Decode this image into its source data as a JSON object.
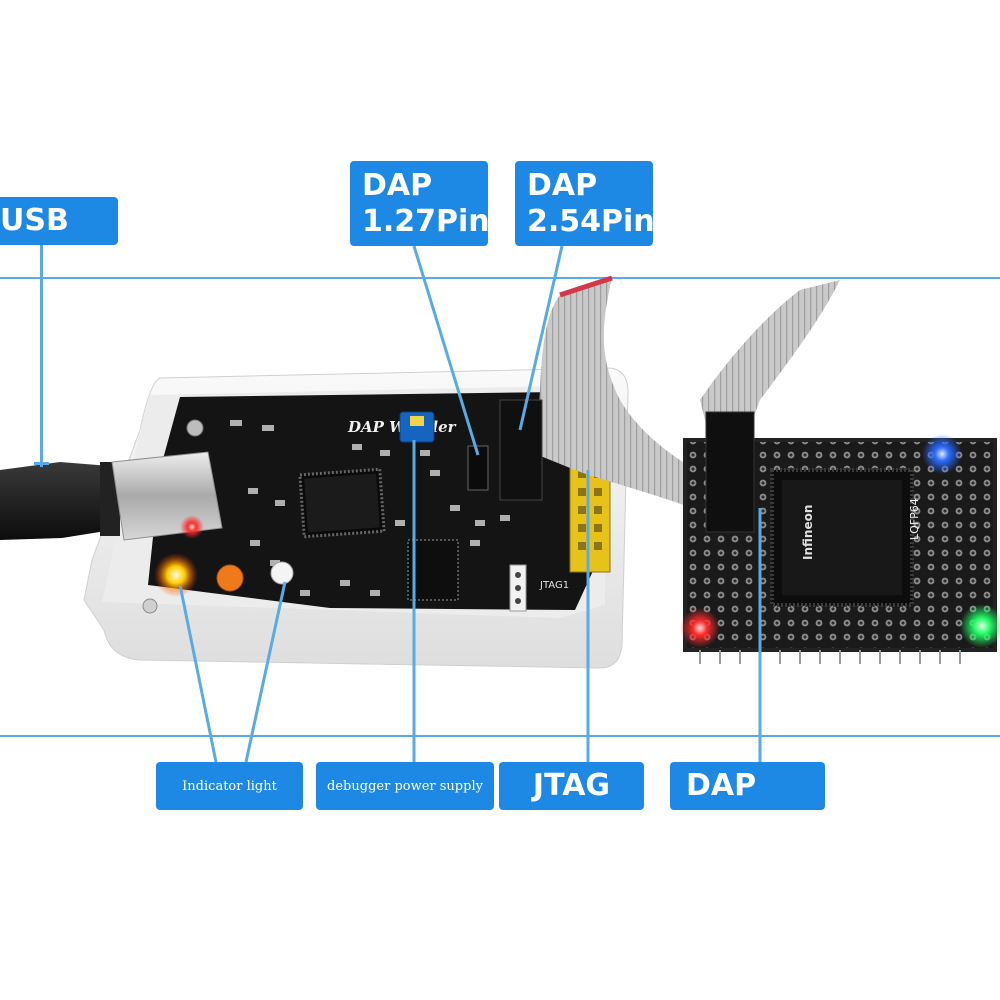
{
  "labels": {
    "usb": "USB",
    "dap_127_line1": "DAP",
    "dap_127_line2": "1.27Pin",
    "dap_254_line1": "DAP",
    "dap_254_line2": "2.54Pin",
    "indicator_light": "Indicator light",
    "debugger_power_supply": "debugger power supply",
    "jtag": "JTAG",
    "dap": "DAP"
  },
  "board_silkscreen": {
    "title": "DAP Wiggler",
    "jtag_header": "JTAG1",
    "chip_marking": "Infineon",
    "target_board": "LQFP64"
  },
  "colors": {
    "label_bg": "#1e88e5",
    "guide_line": "#5aaae6",
    "pcb": "#141414",
    "case": "#f2f2f2",
    "ribbon_cable": "#c9c9c9",
    "ribbon_stripe": "#d23a4a",
    "led_red": "#ff2a2a",
    "led_green": "#22ff66",
    "led_blue": "#2a6bff",
    "jumper": "#1565c0",
    "pin_header": "#e6c21a"
  }
}
